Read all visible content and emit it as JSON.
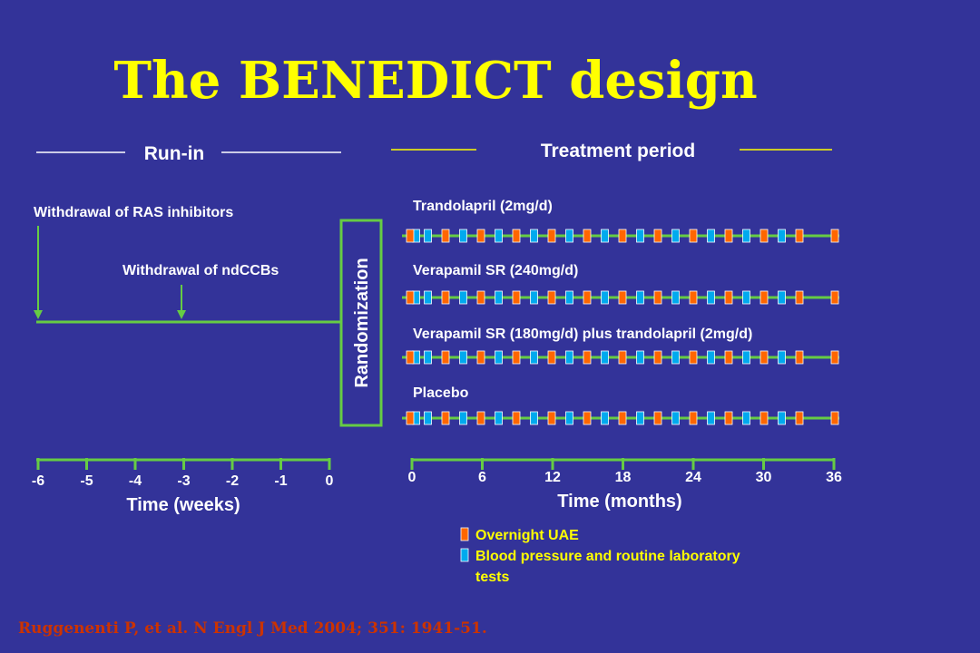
{
  "title": "The BENEDICT design",
  "phases": {
    "runin": "Run-in",
    "treatment": "Treatment period"
  },
  "events": {
    "withdrawal_ras": "Withdrawal of RAS inhibitors",
    "withdrawal_ndccb": "Withdrawal of ndCCBs"
  },
  "randomization": "Randomization",
  "arms": [
    "Trandolapril (2mg/d)",
    "Verapamil SR (240mg/d)",
    "Verapamil SR (180mg/d) plus trandolapril (2mg/d)",
    "Placebo"
  ],
  "weeks_axis": {
    "label": "Time (weeks)",
    "ticks": [
      "-6",
      "-5",
      "-4",
      "-3",
      "-2",
      "-1",
      "0"
    ]
  },
  "months_axis": {
    "label": "Time (months)",
    "ticks": [
      "0",
      "6",
      "12",
      "18",
      "24",
      "30",
      "36"
    ]
  },
  "legend": {
    "uae": "Overnight UAE",
    "bp_line1": "Blood pressure and routine laboratory",
    "bp_line2": "tests"
  },
  "citation": "Ruggenenti P, et al. N Engl J Med 2004; 351: 1941-51.",
  "colors": {
    "background": "#333399",
    "title": "#ffff00",
    "timeline": "#66cc44",
    "uae_marker": "#ff6600",
    "bp_marker": "#00aaee",
    "citation": "#cc3300"
  },
  "schedule": {
    "uae_months": [
      0,
      3,
      6,
      9,
      12,
      15,
      18,
      21,
      24,
      27,
      30,
      33,
      36
    ],
    "bp_months": [
      0.5,
      1.5,
      4.5,
      7.5,
      10.5,
      13.5,
      16.5,
      19.5,
      22.5,
      25.5,
      28.5,
      31.5
    ]
  }
}
